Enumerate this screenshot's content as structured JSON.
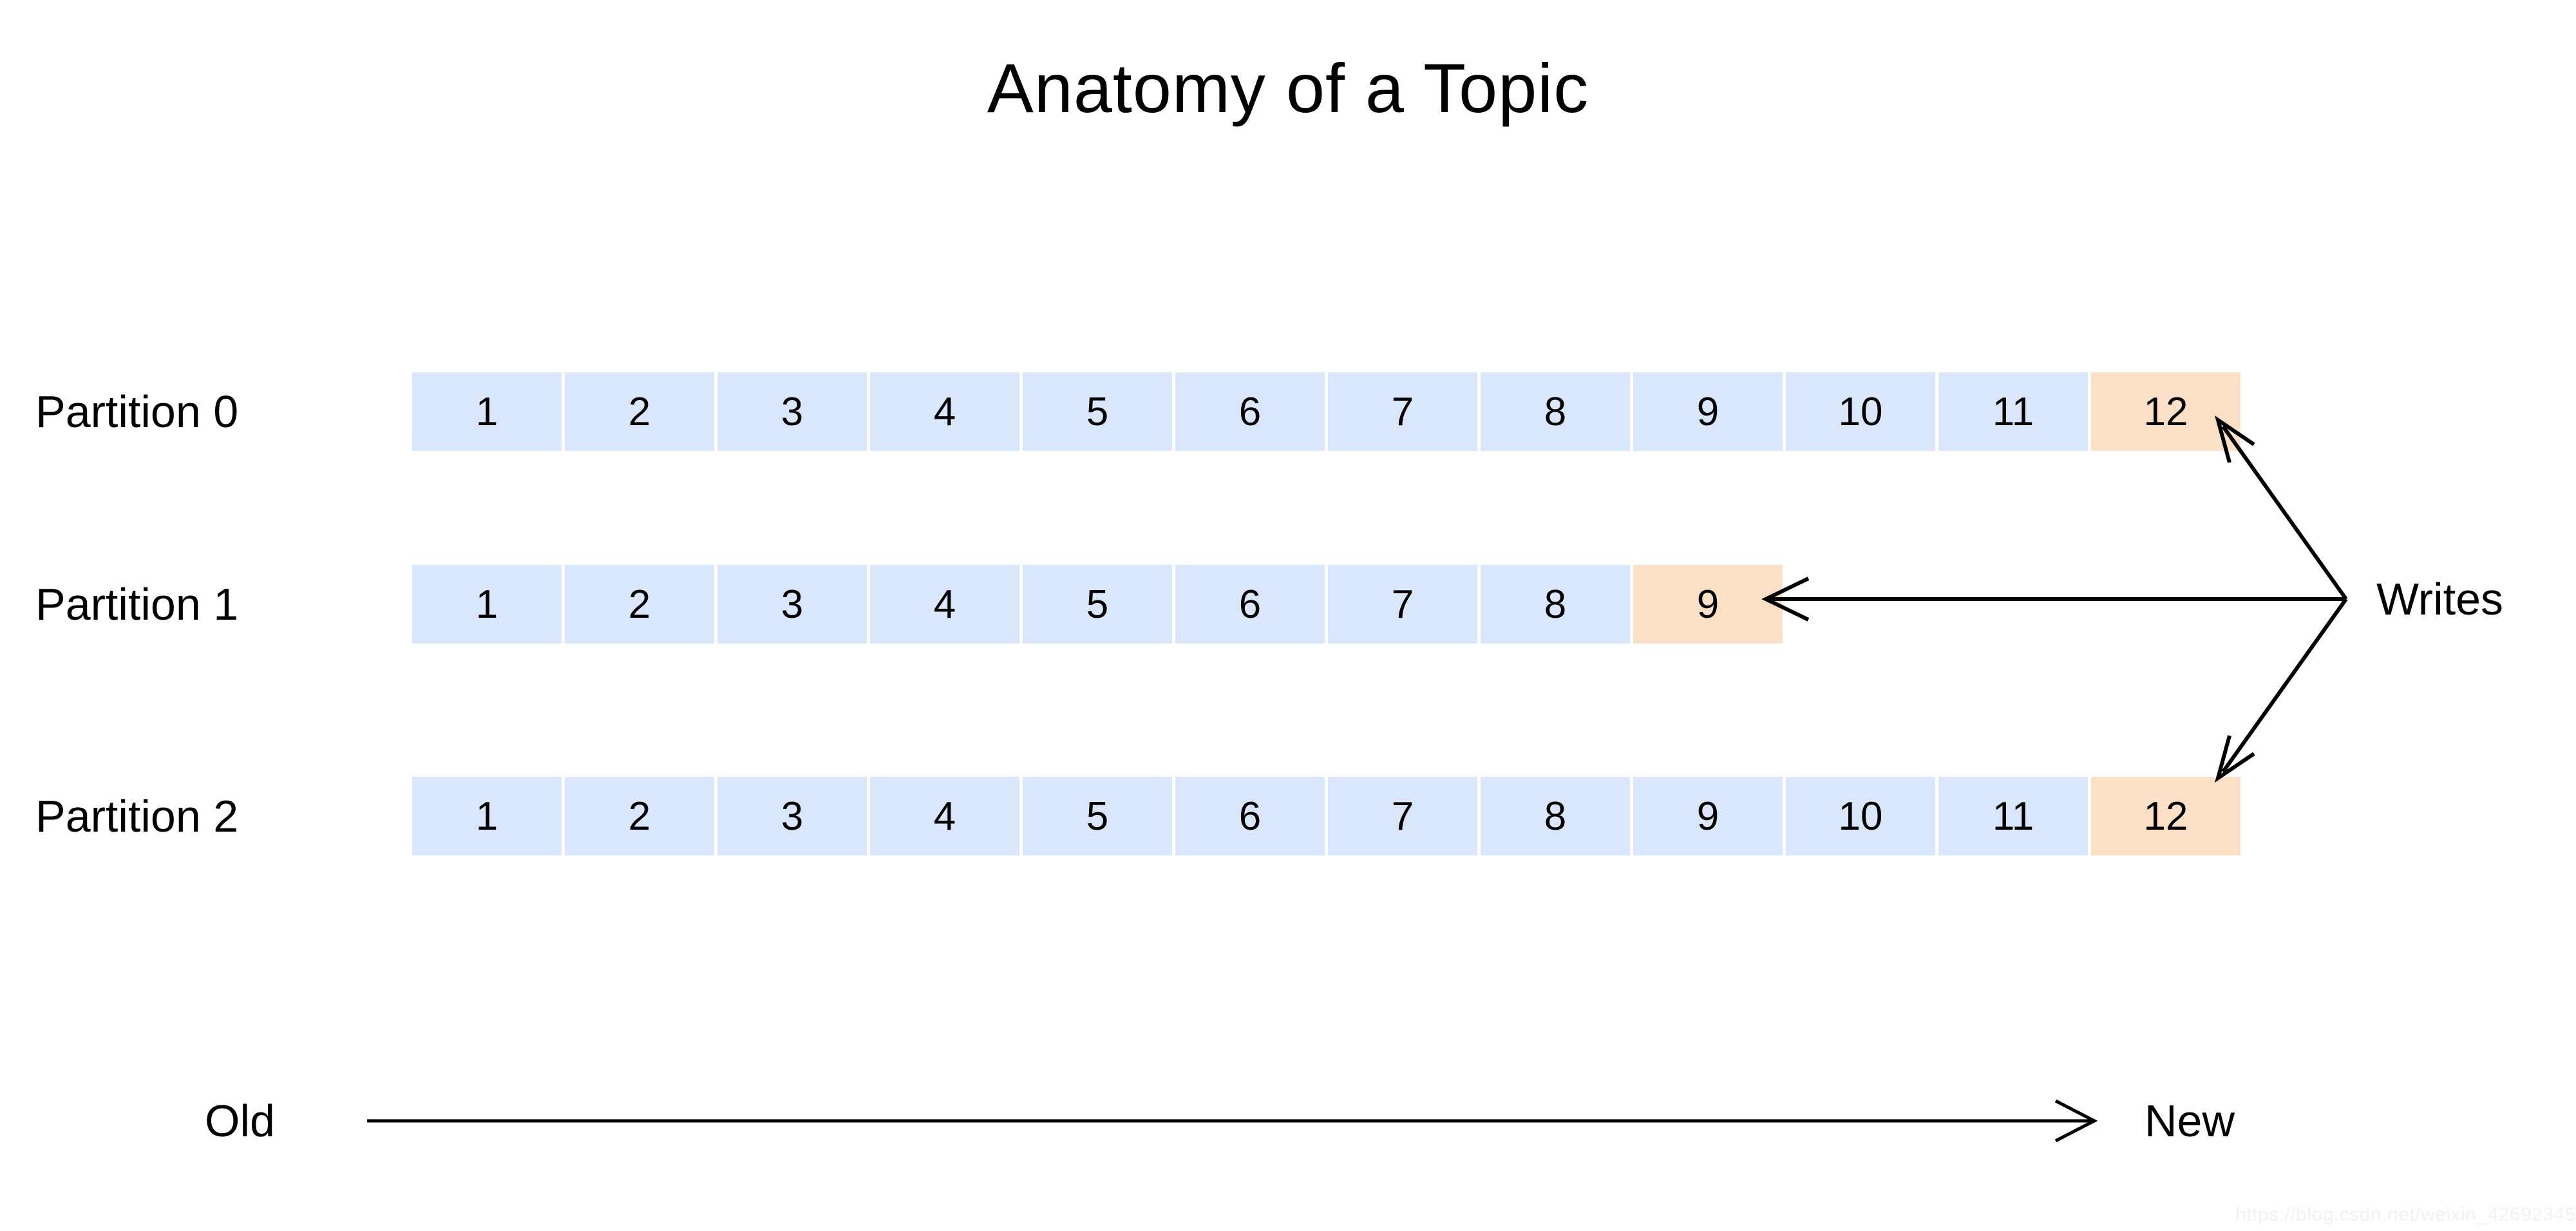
{
  "title": "Anatomy of a Topic",
  "colors": {
    "cell_blue": "#d9e6fb",
    "cell_orange": "#fbe0c7",
    "stroke": "#000000",
    "background": "#ffffff",
    "watermark": "#f2f2f2"
  },
  "partitions": [
    {
      "label": "Partition 0",
      "cells": [
        {
          "value": "1",
          "state": "blue"
        },
        {
          "value": "2",
          "state": "blue"
        },
        {
          "value": "3",
          "state": "blue"
        },
        {
          "value": "4",
          "state": "blue"
        },
        {
          "value": "5",
          "state": "blue"
        },
        {
          "value": "6",
          "state": "blue"
        },
        {
          "value": "7",
          "state": "blue"
        },
        {
          "value": "8",
          "state": "blue"
        },
        {
          "value": "9",
          "state": "blue"
        },
        {
          "value": "10",
          "state": "blue"
        },
        {
          "value": "11",
          "state": "blue"
        },
        {
          "value": "12",
          "state": "orange"
        }
      ]
    },
    {
      "label": "Partition 1",
      "cells": [
        {
          "value": "1",
          "state": "blue"
        },
        {
          "value": "2",
          "state": "blue"
        },
        {
          "value": "3",
          "state": "blue"
        },
        {
          "value": "4",
          "state": "blue"
        },
        {
          "value": "5",
          "state": "blue"
        },
        {
          "value": "6",
          "state": "blue"
        },
        {
          "value": "7",
          "state": "blue"
        },
        {
          "value": "8",
          "state": "blue"
        },
        {
          "value": "9",
          "state": "orange"
        }
      ]
    },
    {
      "label": "Partition 2",
      "cells": [
        {
          "value": "1",
          "state": "blue"
        },
        {
          "value": "2",
          "state": "blue"
        },
        {
          "value": "3",
          "state": "blue"
        },
        {
          "value": "4",
          "state": "blue"
        },
        {
          "value": "5",
          "state": "blue"
        },
        {
          "value": "6",
          "state": "blue"
        },
        {
          "value": "7",
          "state": "blue"
        },
        {
          "value": "8",
          "state": "blue"
        },
        {
          "value": "9",
          "state": "blue"
        },
        {
          "value": "10",
          "state": "blue"
        },
        {
          "value": "11",
          "state": "blue"
        },
        {
          "value": "12",
          "state": "orange"
        }
      ]
    }
  ],
  "writes": {
    "label": "Writes"
  },
  "timeline": {
    "old_label": "Old",
    "new_label": "New"
  },
  "watermark": "https://blog.csdn.net/weixin_42692345"
}
